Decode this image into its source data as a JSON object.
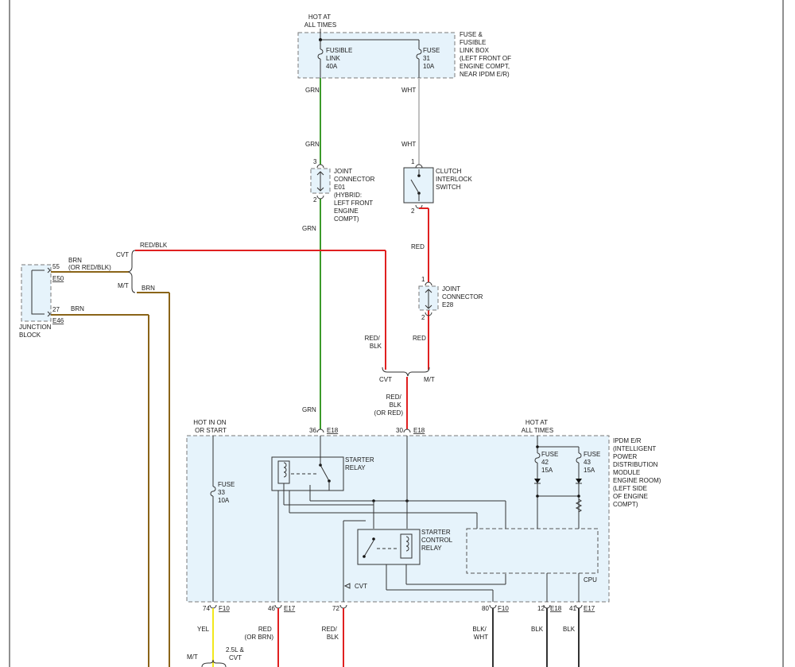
{
  "colors": {
    "grn": "#3c9a2a",
    "wht": "#c0c0c0",
    "red": "#e02020",
    "brn": "#8a6418",
    "yel": "#f2e81c",
    "blk": "#333333",
    "box_fill": "#e6f3fb"
  },
  "top": {
    "hot_at_all_times": [
      "HOT AT",
      "ALL TIMES"
    ],
    "fusible_link": [
      "FUSIBLE",
      "LINK",
      "40A"
    ],
    "fuse31": [
      "FUSE",
      "31",
      "10A"
    ],
    "fuse_box_desc": [
      "FUSE &",
      "FUSIBLE",
      "LINK BOX",
      "(LEFT FRONT OF",
      "ENGINE COMPT,",
      "NEAR IPDM E/R)"
    ]
  },
  "wires": {
    "grn": "GRN",
    "wht": "WHT",
    "red": "RED",
    "red_blk": "RED/BLK",
    "red_blk_split": [
      "RED/",
      "BLK"
    ],
    "red_blk_or_red": [
      "RED/",
      "BLK",
      "(OR RED)"
    ],
    "brn": "BRN",
    "brn_or": [
      "BRN",
      "(OR RED/BLK)"
    ],
    "yel": "YEL",
    "red_or_brn": [
      "RED",
      "(OR BRN)"
    ],
    "blk_wht": [
      "BLK/",
      "WHT"
    ],
    "blk": "BLK",
    "cvt": "CVT",
    "mt": "M/T",
    "cvt_arrow": "CVT",
    "bottom_opt": [
      "2.5L &",
      "CVT"
    ]
  },
  "joint_e01": {
    "pins": [
      "3",
      "2"
    ],
    "label": [
      "JOINT",
      "CONNECTOR",
      "E01",
      "(HYBRID:",
      "LEFT FRONT",
      "ENGINE",
      "COMPT)"
    ]
  },
  "clutch": {
    "pins": [
      "1",
      "2"
    ],
    "label": [
      "CLUTCH",
      "INTERLOCK",
      "SWITCH"
    ]
  },
  "joint_e28": {
    "pins": [
      "1",
      "2"
    ],
    "label": [
      "JOINT",
      "CONNECTOR",
      "E28"
    ]
  },
  "junction": {
    "pins": [
      "55",
      "E50",
      "27",
      "E46"
    ],
    "label": [
      "JUNCTION",
      "BLOCK"
    ]
  },
  "ipdm": {
    "hot_start": [
      "HOT IN ON",
      "OR START"
    ],
    "hot_all": [
      "HOT AT",
      "ALL TIMES"
    ],
    "pin_top": [
      "36",
      "E18",
      "30",
      "E18"
    ],
    "fuse33": [
      "FUSE",
      "33",
      "10A"
    ],
    "fuse42": [
      "FUSE",
      "42",
      "15A"
    ],
    "fuse43": [
      "FUSE",
      "43",
      "15A"
    ],
    "starter_relay": [
      "STARTER",
      "RELAY"
    ],
    "starter_control_relay": [
      "STARTER",
      "CONTROL",
      "RELAY"
    ],
    "cpu": "CPU",
    "label": [
      "IPDM E/R",
      "(INTELLIGENT",
      "POWER",
      "DISTRIBUTION",
      "MODULE",
      "ENGINE ROOM)",
      "(LEFT SIDE",
      "OF ENGINE",
      "COMPT)"
    ],
    "pins_bottom": [
      {
        "num": "74",
        "conn": "F10"
      },
      {
        "num": "46",
        "conn": "E17"
      },
      {
        "num": "72",
        "conn": ""
      },
      {
        "num": "80",
        "conn": "F10"
      },
      {
        "num": "12",
        "conn": "E18"
      },
      {
        "num": "41",
        "conn": "E17"
      }
    ]
  }
}
